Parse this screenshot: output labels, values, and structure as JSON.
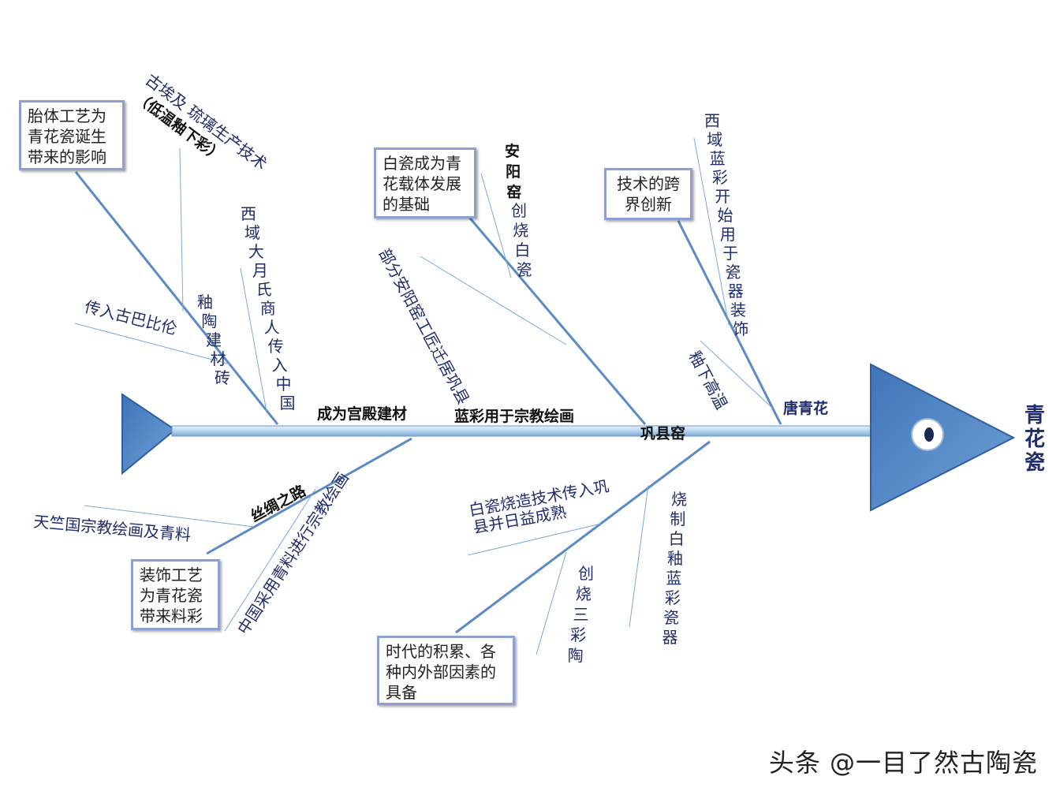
{
  "head_label": "青花瓷",
  "spine_labels": {
    "palace": "成为宫殿建材",
    "religious": "蓝彩用于宗教绘画",
    "gongxian": "巩县窑",
    "tang": "唐青花"
  },
  "boxes": {
    "body_tech": "胎体工艺为青花瓷诞生带来的影响",
    "white_porcelain": "白瓷成为青花载体发展的基础",
    "cross_tech": "技术的跨界创新",
    "decoration": "装饰工艺为青花瓷带来料彩",
    "era": "时代的积累、各种内外部因素的具备"
  },
  "labels": {
    "egypt": "古埃及 琉璃生产技术",
    "low_temp": "（低温釉下彩）",
    "glazed_brick": "釉陶建材砖",
    "yuezhi": "西域大月氏商人传入中国",
    "babylon": "传入古巴比伦",
    "anyang_bold": "安阳窑",
    "anyang_rest": "创烧白瓷",
    "craftsmen": "部分安阳窑工匠迁居巩县",
    "western_blue": "西域蓝彩开始用于瓷器装饰",
    "underglaze": "釉下高温",
    "silk_road": "丝绸之路",
    "india": "天竺国宗教绘画及青料",
    "china_blue": "中国采用青料进行宗教绘画",
    "white_tech": "白瓷烧造技术传入巩县并日益成熟",
    "sancai": "创烧三彩陶",
    "white_glaze_blue": "烧制白釉蓝彩瓷器"
  },
  "watermark": "头条 @一目了然古陶瓷",
  "colors": {
    "bone": "#5b8ac4",
    "sub_bone": "#7aaad8",
    "head_fill": "#4f86c6",
    "box_border": "#8e9fd4",
    "text": "#1f2d6b"
  }
}
